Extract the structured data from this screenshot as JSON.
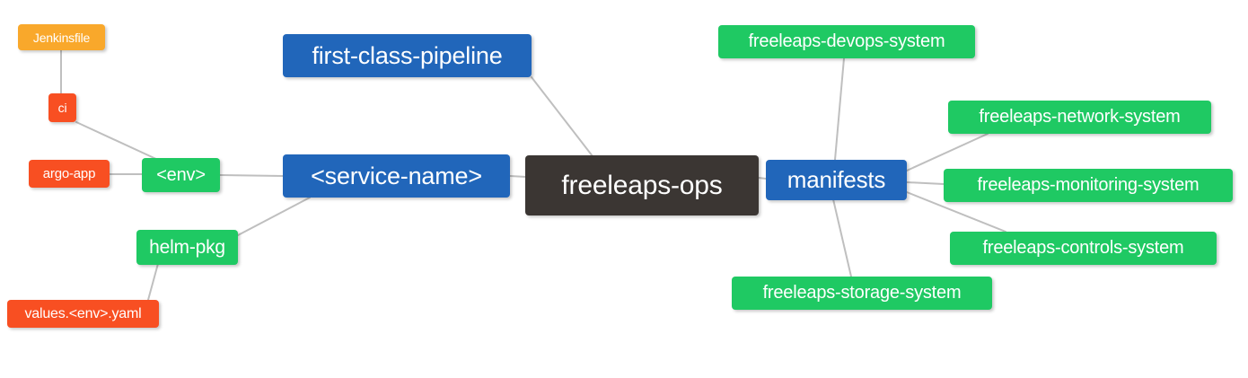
{
  "diagram": {
    "type": "mindmap",
    "title": "freeleaps-ops",
    "background_color": "#ffffff",
    "edge_color": "#bfbfbf",
    "palette": {
      "root": "#3b3633",
      "blue": "#2166ba",
      "green": "#1fc963",
      "orange": "#f9a82b",
      "red": "#f84f22"
    }
  },
  "nodes": {
    "root": {
      "label": "freeleaps-ops"
    },
    "first_class_pipeline": {
      "label": "first-class-pipeline"
    },
    "service_name": {
      "label": "<service-name>"
    },
    "env": {
      "label": "<env>"
    },
    "ci": {
      "label": "ci"
    },
    "jenkinsfile": {
      "label": "Jenkinsfile"
    },
    "argo_app": {
      "label": "argo-app"
    },
    "helm_pkg": {
      "label": "helm-pkg"
    },
    "values_yaml": {
      "label": "values.<env>.yaml"
    },
    "manifests": {
      "label": "manifests"
    },
    "devops_system": {
      "label": "freeleaps-devops-system"
    },
    "network_system": {
      "label": "freeleaps-network-system"
    },
    "monitoring_system": {
      "label": "freeleaps-monitoring-system"
    },
    "controls_system": {
      "label": "freeleaps-controls-system"
    },
    "storage_system": {
      "label": "freeleaps-storage-system"
    }
  },
  "edges": [
    {
      "from": "root",
      "to": "first_class_pipeline"
    },
    {
      "from": "root",
      "to": "service_name"
    },
    {
      "from": "service_name",
      "to": "env"
    },
    {
      "from": "service_name",
      "to": "helm_pkg"
    },
    {
      "from": "env",
      "to": "ci"
    },
    {
      "from": "env",
      "to": "argo_app"
    },
    {
      "from": "ci",
      "to": "jenkinsfile"
    },
    {
      "from": "helm_pkg",
      "to": "values_yaml"
    },
    {
      "from": "root",
      "to": "manifests"
    },
    {
      "from": "manifests",
      "to": "devops_system"
    },
    {
      "from": "manifests",
      "to": "network_system"
    },
    {
      "from": "manifests",
      "to": "monitoring_system"
    },
    {
      "from": "manifests",
      "to": "controls_system"
    },
    {
      "from": "manifests",
      "to": "storage_system"
    }
  ]
}
